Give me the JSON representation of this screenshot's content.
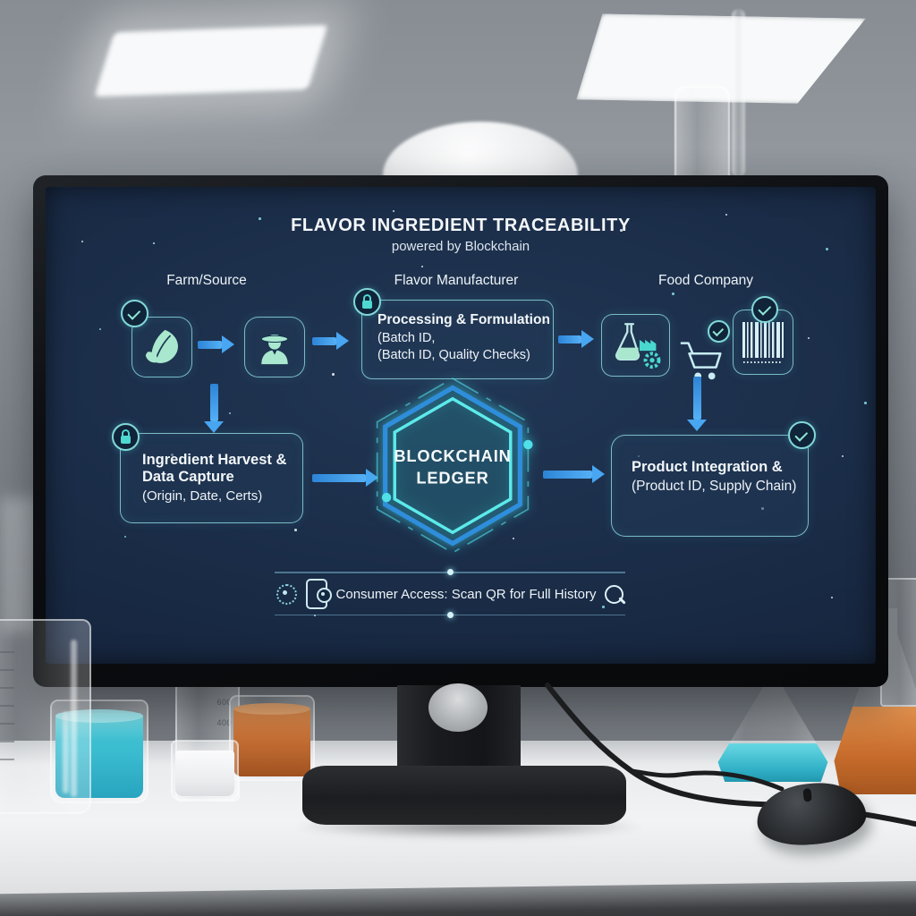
{
  "screen": {
    "title": "FLAVOR INGREDIENT TRACEABILITY",
    "subtitle": "powered by Blockchain",
    "columns": [
      "Farm/Source",
      "Flavor Manufacturer",
      "Food Company"
    ],
    "boxes": {
      "processing": {
        "title": "Processing & Formulation",
        "line2": "(Batch ID,",
        "line3": "(Batch ID, Quality Checks)"
      },
      "harvest": {
        "line1": "Ingredient Harvest &",
        "line2": "Data Capture",
        "line3": "(Origin, Date, Certs)"
      },
      "product": {
        "line1": "Product Integration &",
        "line2": "(Product ID, Supply Chain)"
      }
    },
    "ledger": {
      "line1": "BLOCKCHAIN",
      "line2": "LEDGER"
    },
    "consumer_bar": {
      "label": "Consumer Access: Scan QR for Full History"
    },
    "colors": {
      "screen_bg": "#1a2c47",
      "accent_blue": "#48a6f2",
      "accent_cyan": "#4fe0e8",
      "accent_mint": "#a9e8cf",
      "box_border": "#92dee4",
      "text": "#f3f7fa"
    }
  },
  "environment": {
    "cylinder_marks": {
      "mark1": "600",
      "mark2": "400"
    }
  }
}
